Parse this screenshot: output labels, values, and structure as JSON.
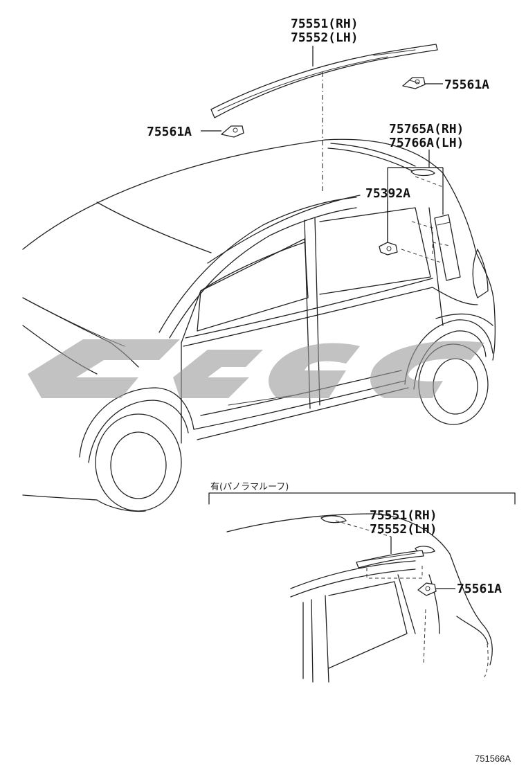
{
  "labels": {
    "rail_rh": "75551(RH)",
    "rail_lh": "75552(LH)",
    "clip_top_right": "75561A",
    "clip_top_left": "75561A",
    "cover_rh": "75765A(RH)",
    "cover_lh": "75766A(LH)",
    "clip_rear": "75392A",
    "inset_title": "有(パノラマルーフ)",
    "inset_rail_rh": "75551(RH)",
    "inset_rail_lh": "75552(LH)",
    "inset_clip": "75561A",
    "drawing_code": "751566A"
  },
  "icons": {
    "rail_part": "roof-rail-icon",
    "clip_part": "clip-icon",
    "cover_part": "cover-icon"
  }
}
